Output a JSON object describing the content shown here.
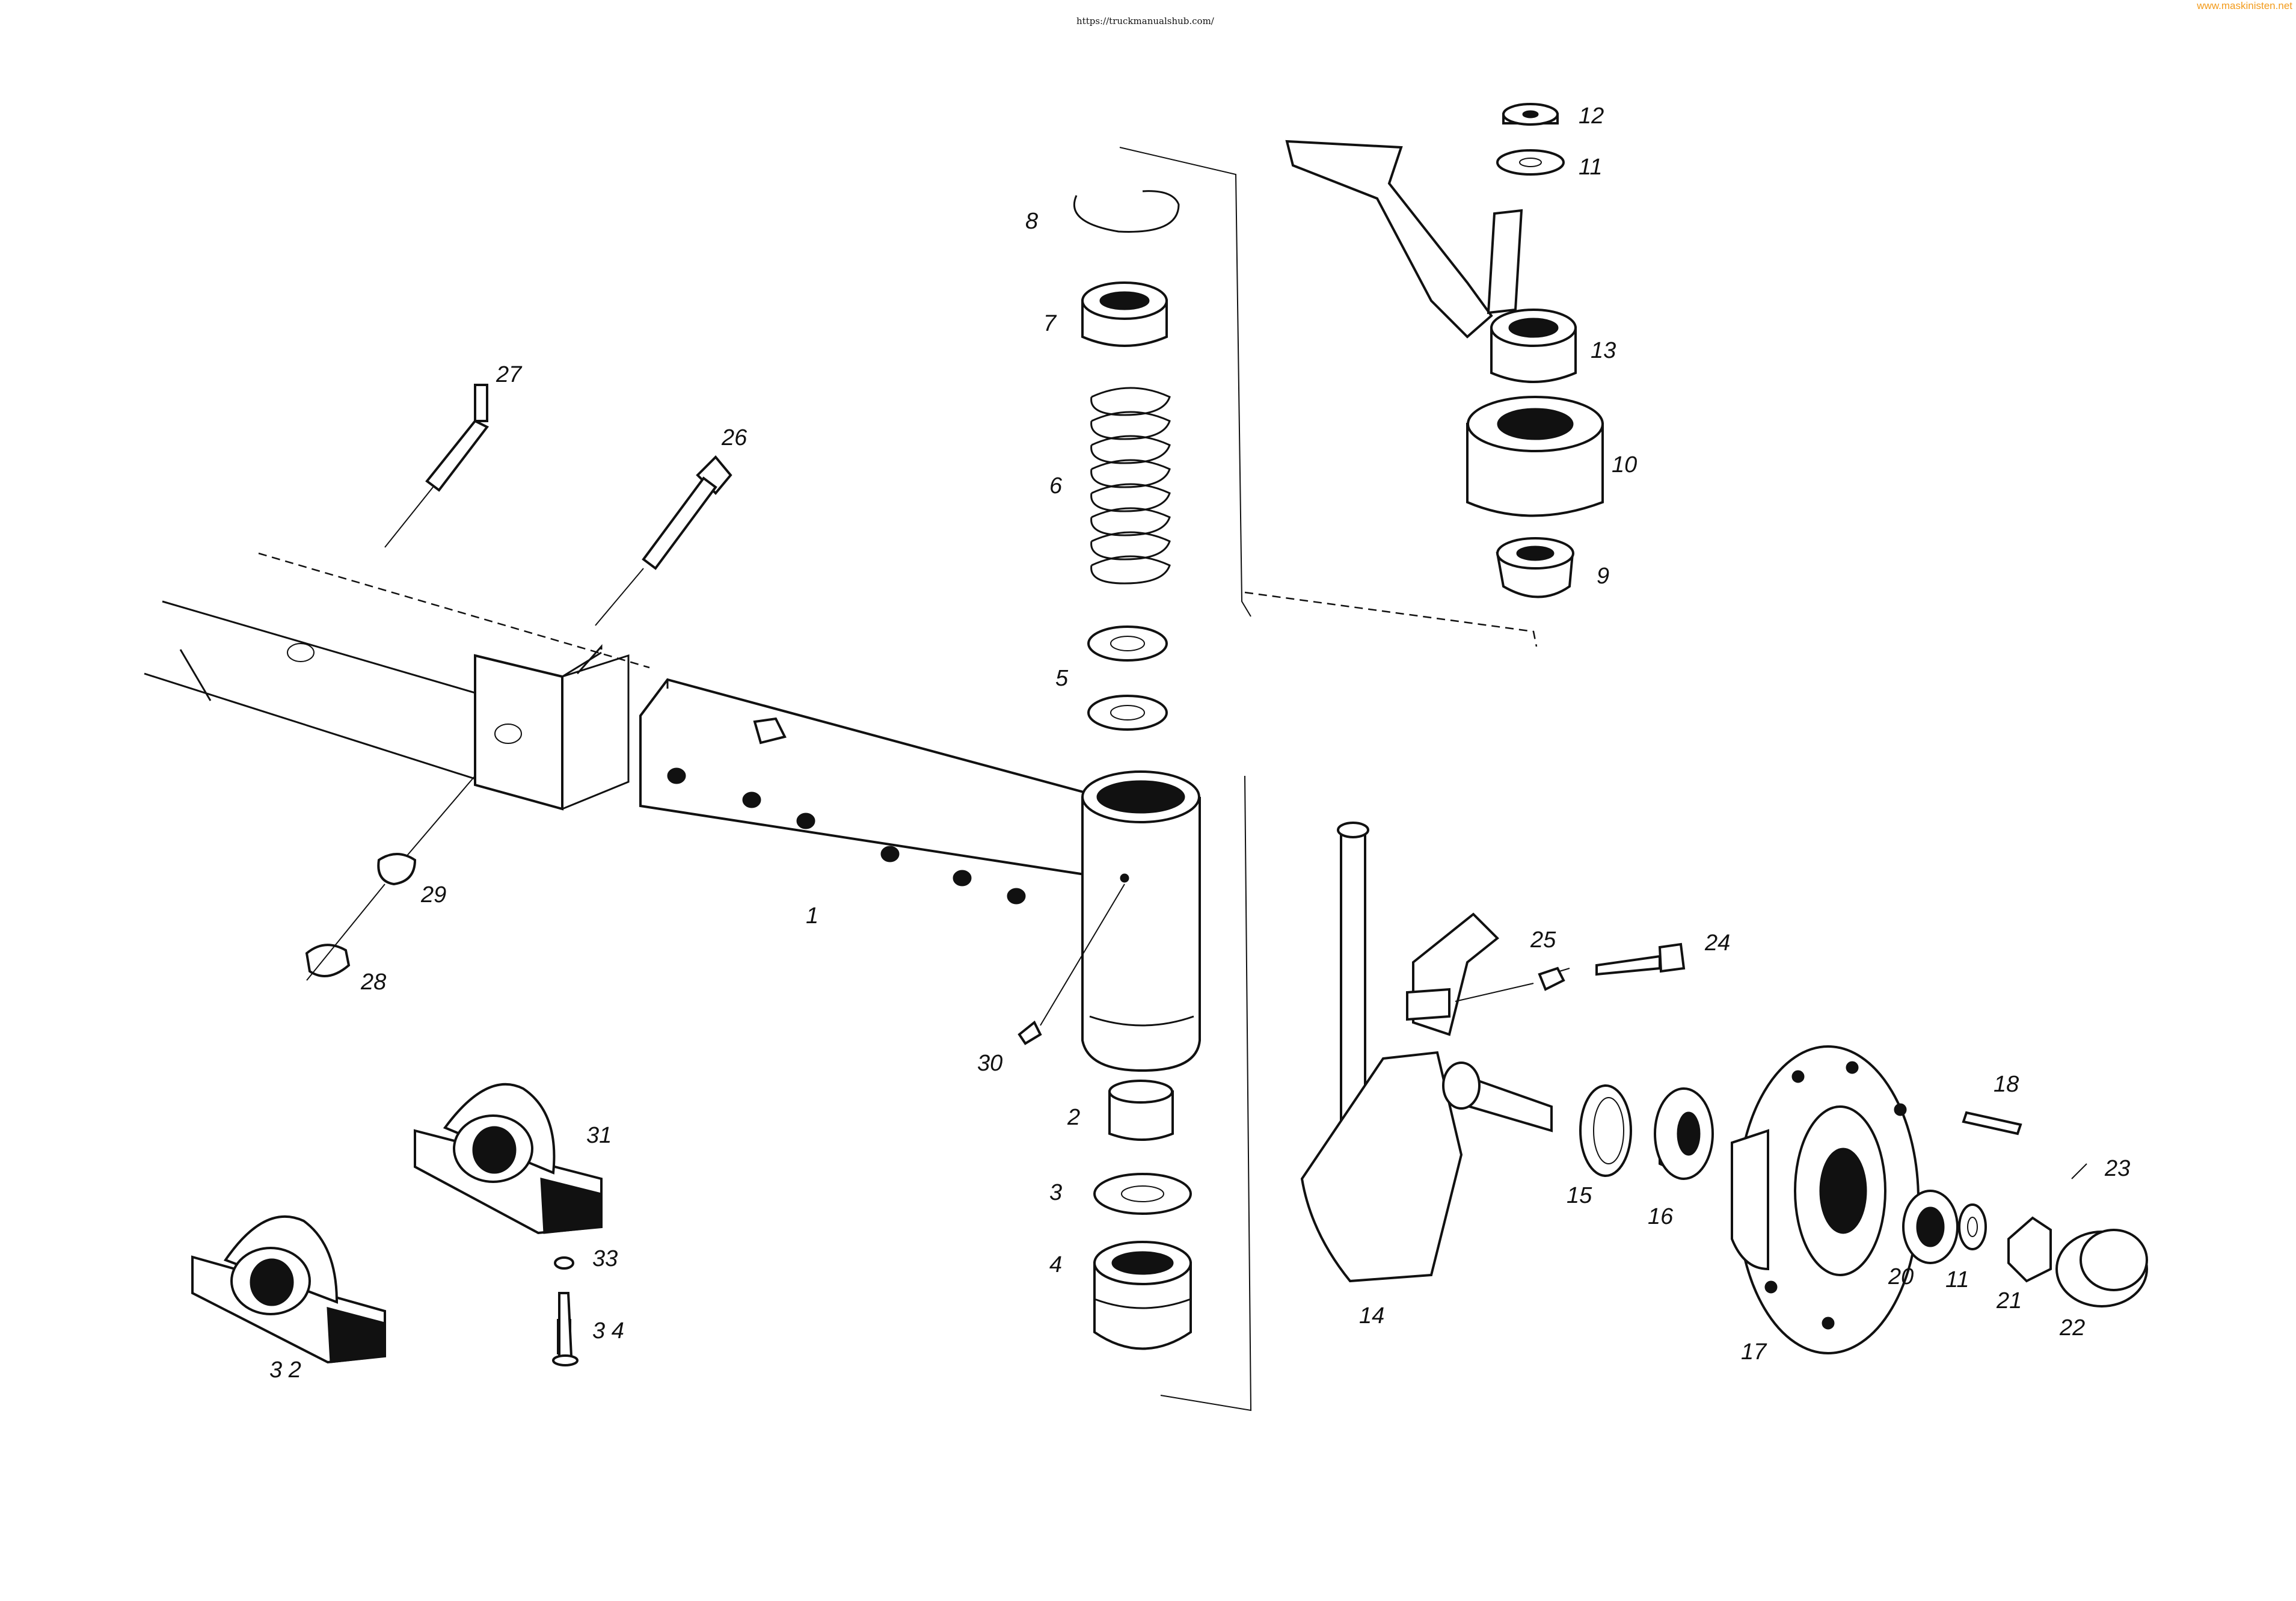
{
  "header_url": "https://truckmanualshub.com/",
  "watermark": "www.maskinisten.net",
  "callouts": {
    "p1": "1",
    "p2": "2",
    "p3": "3",
    "p4": "4",
    "p5": "5",
    "p6": "6",
    "p7": "7",
    "p8": "8",
    "p9": "9",
    "p10": "10",
    "p11a": "11",
    "p11b": "11",
    "p12": "12",
    "p13": "13",
    "p14": "14",
    "p15": "15",
    "p16": "16",
    "p17": "17",
    "p18": "18",
    "p20": "20",
    "p21": "21",
    "p22": "22",
    "p23": "23",
    "p24": "24",
    "p25": "25",
    "p26": "26",
    "p27": "27",
    "p28": "28",
    "p29": "29",
    "p30": "30",
    "p31": "31",
    "p32": "3 2",
    "p33": "33",
    "p34": "3 4"
  },
  "colors": {
    "ink": "#111111",
    "paper": "#ffffff",
    "watermark": "#f29a1a"
  }
}
